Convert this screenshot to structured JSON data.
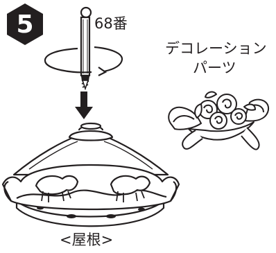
{
  "step": {
    "number": "5"
  },
  "screw": {
    "label": "68番"
  },
  "decoration": {
    "line1": "デコレーション",
    "line2": "パーツ"
  },
  "roof": {
    "label": "<屋根>"
  },
  "colors": {
    "ink": "#231f20",
    "paper": "#ffffff"
  },
  "icons": [
    "step-hexagon-icon",
    "screw-icon",
    "rotation-arrow-icon",
    "down-arrow-icon",
    "decoration-part-icon",
    "roof-part-icon"
  ]
}
